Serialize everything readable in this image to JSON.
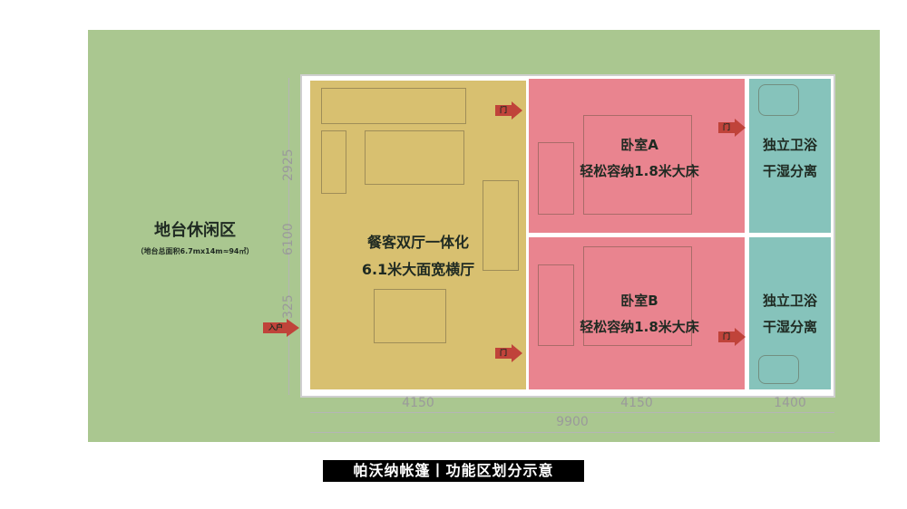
{
  "terrace": {
    "title": "地台休闲区",
    "subtitle": "（地台总面积6.7mx14m≈94㎡）"
  },
  "rooms": {
    "living": {
      "line1": "餐客双厅一体化",
      "line2": "6.1米大面宽横厅"
    },
    "bedroom_a": {
      "line1": "卧室A",
      "line2": "轻松容纳1.8米大床"
    },
    "bedroom_b": {
      "line1": "卧室B",
      "line2": "轻松容纳1.8米大床"
    },
    "bath_a": {
      "line1": "独立卫浴",
      "line2": "干湿分离"
    },
    "bath_b": {
      "line1": "独立卫浴",
      "line2": "干湿分离"
    }
  },
  "entrance_label": "入户",
  "door_label": "门",
  "dimensions": {
    "width_1": "4150",
    "width_2": "4150",
    "width_3": "1400",
    "total_width": "9900",
    "depth_total": "6100",
    "depth_upper": "2925",
    "depth_lower": "325"
  },
  "caption": "帕沃纳帐篷丨功能区划分示意",
  "colors": {
    "terrace": "#aac790",
    "living": "#d8c070",
    "bedroom": "#e9848f",
    "bath": "#86c3bb",
    "arrow": "#c0433a"
  }
}
